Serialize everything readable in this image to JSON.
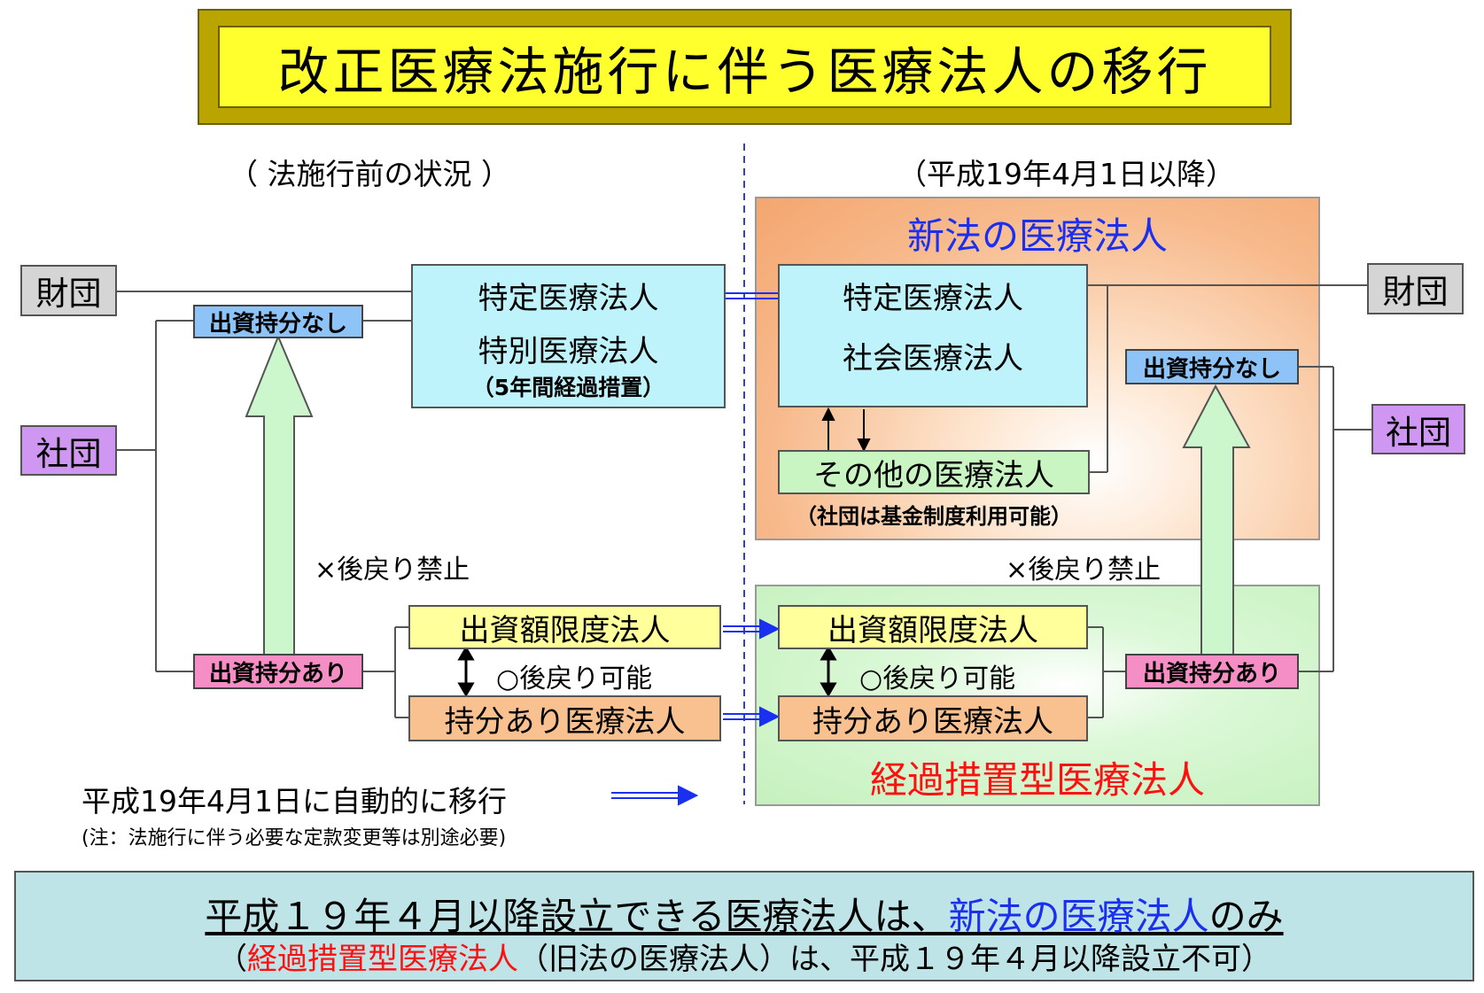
{
  "title": "改正医療法施行に伴う医療法人の移行",
  "left_header": "（ 法施行前の状況 ）",
  "right_header": "（平成19年4月1日以降）",
  "left": {
    "zaidan": "財団",
    "shadan": "社団",
    "no_equity": "出資持分なし",
    "with_equity": "出資持分あり",
    "tokutei": "特定医療法人",
    "tokubetsu": "特別医療法人",
    "tokubetsu_note": "（5年間経過措置）",
    "limit_corp": "出資額限度法人",
    "equity_corp": "持分あり医療法人",
    "no_return": "×後戻り禁止",
    "can_return": "○後戻り可能"
  },
  "right": {
    "region_new": "新法の医療法人",
    "region_trans": "経過措置型医療法人",
    "tokutei": "特定医療法人",
    "social": "社会医療法人",
    "other": "その他の医療法人",
    "other_note": "（社団は基金制度利用可能）",
    "limit_corp": "出資額限度法人",
    "equity_corp": "持分あり医療法人",
    "no_return": "×後戻り禁止",
    "can_return": "○後戻り可能",
    "zaidan": "財団",
    "shadan": "社団",
    "no_equity": "出資持分なし",
    "with_equity": "出資持分あり"
  },
  "legend": {
    "text": "平成19年4月1日に自動的に移行",
    "note": "(注：法施行に伴う必要な定款変更等は別途必要)"
  },
  "bottom": {
    "line1_a": "平成１９年４月以降設立できる医療法人は、",
    "line1_b": "新法の医療法人",
    "line1_c": "のみ",
    "line2_a": "（",
    "line2_b": "経過措置型医療法人",
    "line2_c": "（旧法の医療法人）は、平成１９年４月以降設立不可）"
  },
  "colors": {
    "blue_arrow": "#1a2ff0",
    "title_fill": "#ffff2e",
    "up_arrow_fill": "#ccf7cc"
  }
}
